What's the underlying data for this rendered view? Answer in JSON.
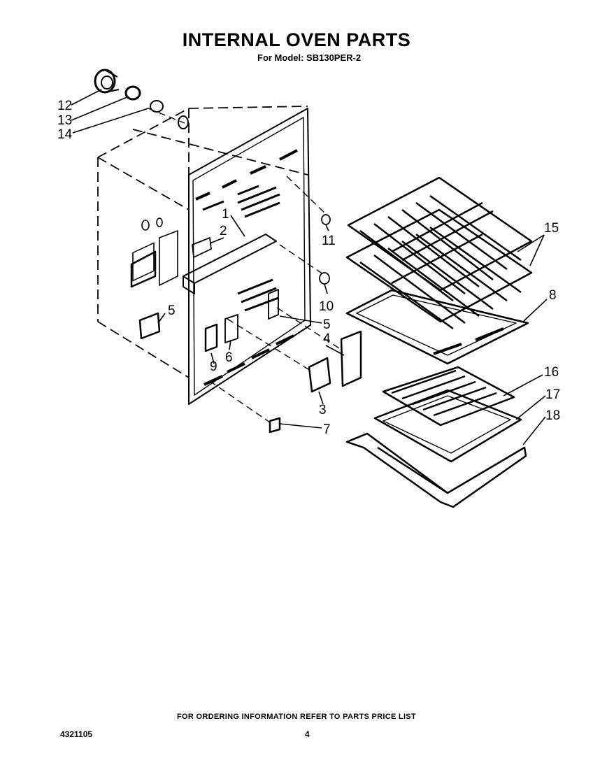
{
  "title": "INTERNAL OVEN PARTS",
  "subtitle": "For Model: SB130PER-2",
  "footer": "FOR ORDERING INFORMATION REFER TO PARTS PRICE LIST",
  "doc_number": "4321105",
  "page_number": "4",
  "callouts": {
    "c1": "1",
    "c2": "2",
    "c3": "3",
    "c4": "4",
    "c5a": "5",
    "c5b": "5",
    "c6": "6",
    "c7": "7",
    "c8": "8",
    "c9": "9",
    "c10": "10",
    "c11": "11",
    "c12": "12",
    "c13": "13",
    "c14": "14",
    "c15": "15",
    "c16": "16",
    "c17": "17",
    "c18": "18"
  }
}
